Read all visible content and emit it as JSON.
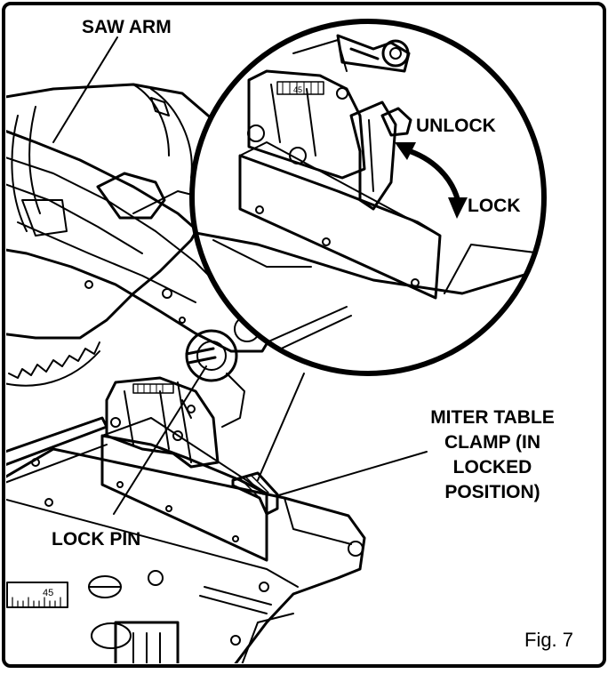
{
  "figure": {
    "caption": "Fig. 7",
    "labels": {
      "saw_arm": "SAW ARM",
      "unlock": "UNLOCK",
      "lock": "LOCK",
      "lock_pin": "LOCK PIN",
      "miter_clamp_line1": "MITER TABLE",
      "miter_clamp_line2": "CLAMP (IN",
      "miter_clamp_line3": "LOCKED",
      "miter_clamp_line4": "POSITION)"
    },
    "scale_marks": {
      "main": "45",
      "inset": "45"
    }
  }
}
